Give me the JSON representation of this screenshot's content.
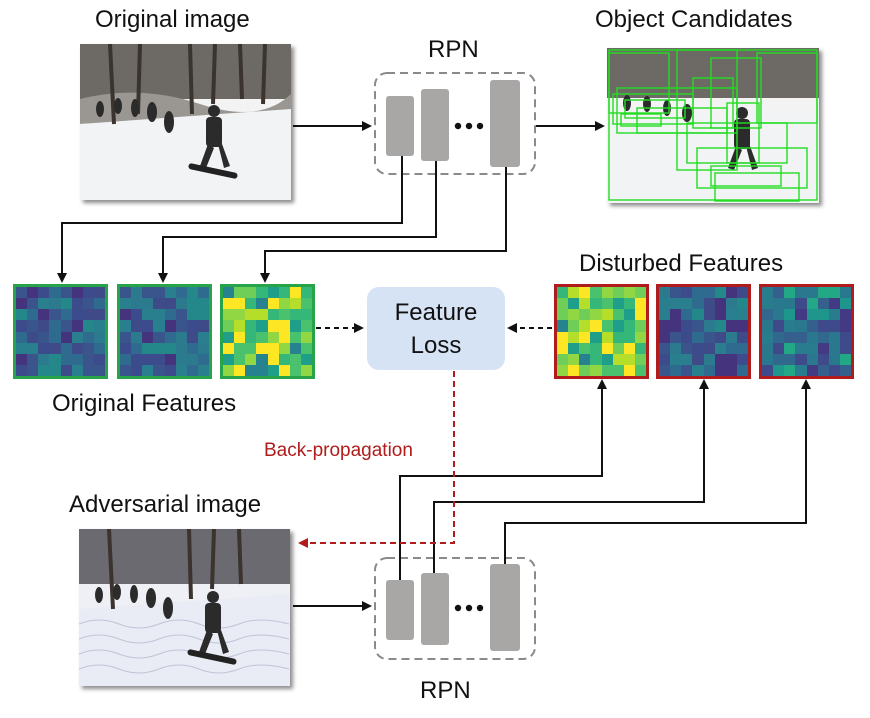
{
  "labels": {
    "original_image": "Original image",
    "rpn_top": "RPN",
    "object_candidates": "Object Candidates",
    "disturbed_features": "Disturbed Features",
    "feature_loss_line1": "Feature",
    "feature_loss_line2": "Loss",
    "original_features": "Original Features",
    "back_propagation": "Back-propagation",
    "adversarial_image": "Adversarial image",
    "rpn_bottom": "RPN"
  },
  "colors": {
    "original_feature_border": "#27a34a",
    "disturbed_feature_border": "#b01c1c",
    "candidate_box": "#22dd22",
    "back_propagation": "#b01c1c",
    "loss_box": "#d6e3f4",
    "rpn_block": "#a9a6a6"
  }
}
